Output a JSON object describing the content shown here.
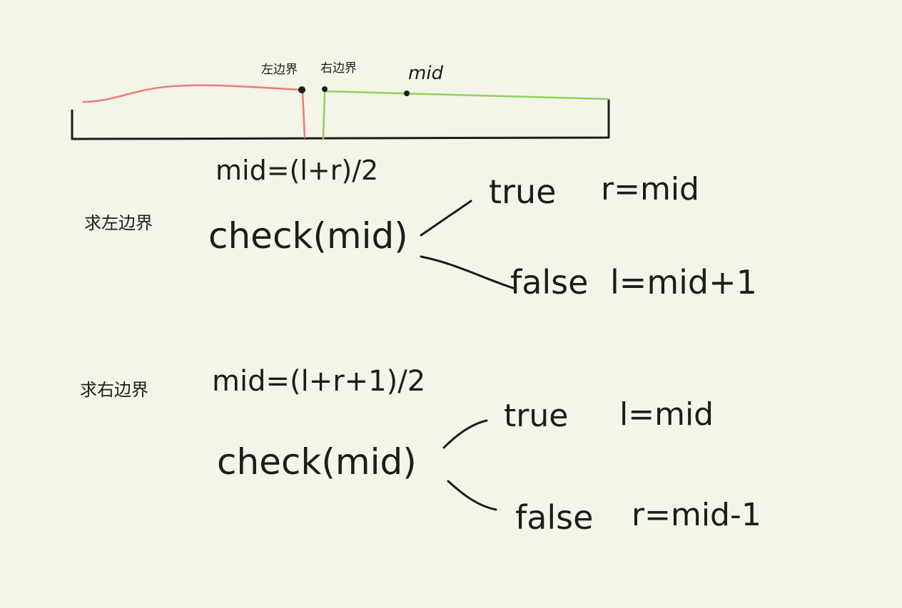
{
  "colors": {
    "background": "#f4f4e8",
    "ink": "#1c1c1c",
    "red": "#f07a72",
    "green": "#8fd15a"
  },
  "diagram": {
    "labels": {
      "left_boundary": "左边界",
      "right_boundary": "右边界",
      "mid": "mid"
    },
    "left_case": {
      "title": "求左边界",
      "mid_formula": "mid=(l+r)/2",
      "check": "check(mid)",
      "true_branch": {
        "condition": "true",
        "action": "r=mid"
      },
      "false_branch": {
        "condition": "false",
        "action": "l=mid+1"
      }
    },
    "right_case": {
      "title": "求右边界",
      "mid_formula": "mid=(l+r+1)/2",
      "check": "check(mid)",
      "true_branch": {
        "condition": "true",
        "action": "l=mid"
      },
      "false_branch": {
        "condition": "false",
        "action": "r=mid-1"
      }
    }
  }
}
